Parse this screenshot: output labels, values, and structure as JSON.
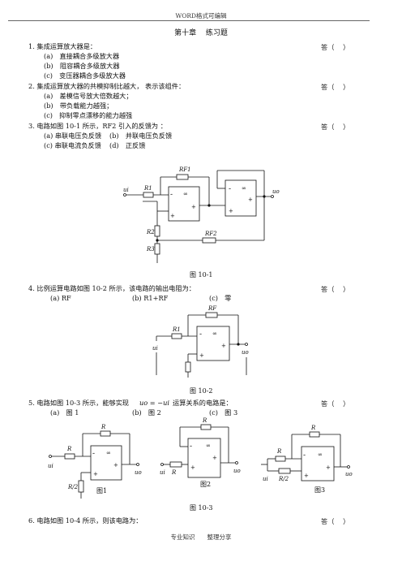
{
  "header": {
    "text": "WORD格式可编辑"
  },
  "title": "第十章　 练习题",
  "answer_mark": "答（　 ）",
  "questions": [
    {
      "stem": "1. 集成运算放大器是：",
      "options": [
        "(a)　直接耦合多级放大器",
        "(b)　阻容耦合多级放大器",
        "(c)　变压器耦合多级放大器"
      ]
    },
    {
      "stem": "2. 集成运算放大器的共模抑制比越大，  表示该组件：",
      "options": [
        "(a)　差模信号放大倍数越大；",
        "(b)　带负载能力越强；",
        "(c)　抑制零点漂移的能力越强"
      ]
    },
    {
      "stem": "3. 电路如图 10-1 所示，RF2 引入的反馈为 ：",
      "options_row1": [
        "(a) 串联电压负反馈",
        "(b)　并联电压负反馈"
      ],
      "options_row2": [
        "(c) 串联电流负反馈",
        "(d)　正反馈"
      ],
      "figure_caption": "图 10-1",
      "labels": {
        "rf1": "RF1",
        "r1": "R1",
        "ui": "ui",
        "uo": "uo",
        "inf": "∞",
        "r2": "R2",
        "r3": "R3",
        "rf2": "RF2"
      }
    },
    {
      "stem": "4. 比例运算电路如图 10-2 所示，该电路的输出电阻为：",
      "options": [
        "(a) RF",
        "(b) R1+RF",
        "(c)　零"
      ],
      "figure_caption": "图 10-2",
      "labels": {
        "rf": "RF",
        "r1": "R1",
        "ui": "ui",
        "uo": "uo",
        "inf": "∞"
      }
    },
    {
      "stem": "5. 电路如图 10-3 所示，能够实现",
      "relation": "uo = −ui",
      "stem_tail": "运算关系的电路是：",
      "options": [
        "(a)　图 1",
        "(b)　图 2",
        "(c)　图 3"
      ],
      "figure_caption": "图 10-3",
      "sub_captions": [
        "图1",
        "图2",
        "图3"
      ],
      "labels": {
        "r": "R",
        "r2": "R/2",
        "ui": "ui",
        "uo": "uo",
        "inf": "∞"
      }
    },
    {
      "stem": "6. 电路如图 10-4 所示，则该电路为："
    }
  ],
  "footer": {
    "text": "专业知识　　整理分享"
  }
}
